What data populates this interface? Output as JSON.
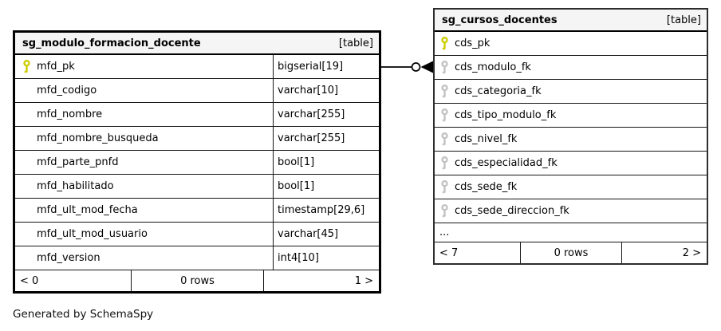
{
  "footer_note": "Generated by SchemaSpy",
  "colors": {
    "header_bg": "#f5f5f5",
    "pk_color": "#cccc00",
    "fk_color": "#c2c2c2"
  },
  "icons": {
    "primary_key": "key-icon (yellow)",
    "foreign_key": "key-icon (gray)"
  },
  "relationship": {
    "from_column": "mfd_pk",
    "to_column": "cds_modulo_fk",
    "style": "line with open circle and crow-foot arrow"
  },
  "tables": [
    {
      "name": "sg_modulo_formacion_docente",
      "badge": "[table]",
      "columns": [
        {
          "name": "mfd_pk",
          "type": "bigserial[19]",
          "key": "primary"
        },
        {
          "name": "mfd_codigo",
          "type": "varchar[10]",
          "key": null
        },
        {
          "name": "mfd_nombre",
          "type": "varchar[255]",
          "key": null
        },
        {
          "name": "mfd_nombre_busqueda",
          "type": "varchar[255]",
          "key": null
        },
        {
          "name": "mfd_parte_pnfd",
          "type": "bool[1]",
          "key": null
        },
        {
          "name": "mfd_habilitado",
          "type": "bool[1]",
          "key": null
        },
        {
          "name": "mfd_ult_mod_fecha",
          "type": "timestamp[29,6]",
          "key": null
        },
        {
          "name": "mfd_ult_mod_usuario",
          "type": "varchar[45]",
          "key": null
        },
        {
          "name": "mfd_version",
          "type": "int4[10]",
          "key": null
        }
      ],
      "footer": {
        "left": "< 0",
        "center": "0 rows",
        "right": "1 >"
      }
    },
    {
      "name": "sg_cursos_docentes",
      "badge": "[table]",
      "columns": [
        {
          "name": "cds_pk",
          "key": "primary"
        },
        {
          "name": "cds_modulo_fk",
          "key": "foreign"
        },
        {
          "name": "cds_categoria_fk",
          "key": "foreign"
        },
        {
          "name": "cds_tipo_modulo_fk",
          "key": "foreign"
        },
        {
          "name": "cds_nivel_fk",
          "key": "foreign"
        },
        {
          "name": "cds_especialidad_fk",
          "key": "foreign"
        },
        {
          "name": "cds_sede_fk",
          "key": "foreign"
        },
        {
          "name": "cds_sede_direccion_fk",
          "key": "foreign"
        }
      ],
      "ellipsis": "...",
      "footer": {
        "left": "< 7",
        "center": "0 rows",
        "right": "2 >"
      }
    }
  ]
}
